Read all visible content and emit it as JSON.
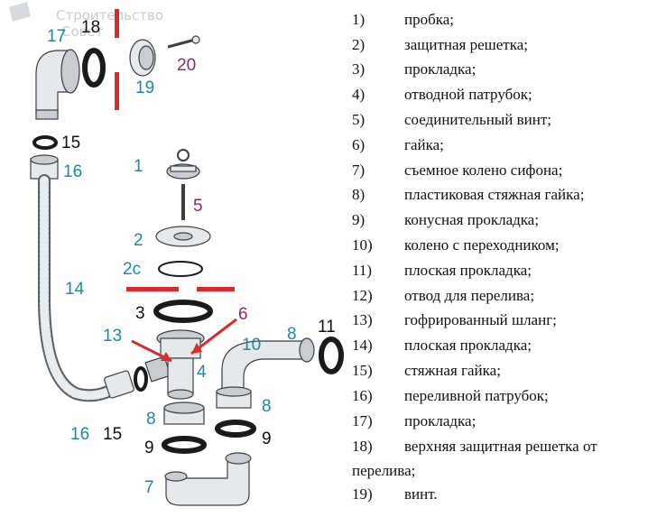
{
  "watermark": {
    "line1": "Строительство",
    "line2": "Совет"
  },
  "labels": {
    "n17": "17",
    "n18": "18",
    "n19": "19",
    "n20": "20",
    "n15a": "15",
    "n16a": "16",
    "n14": "14",
    "n1": "1",
    "n5": "5",
    "n2": "2",
    "n2c": "2с",
    "n3": "3",
    "n6": "6",
    "n13": "13",
    "n4": "4",
    "n10": "10",
    "n8a": "8",
    "n11": "11",
    "n8b": "8",
    "n8c": "8",
    "n9a": "9",
    "n9b": "9",
    "n7": "7",
    "n16b": "16",
    "n15b": "15"
  },
  "legend": [
    {
      "num": "1)",
      "text": "пробка;"
    },
    {
      "num": "2)",
      "text": "защитная решетка;"
    },
    {
      "num": "3)",
      "text": "прокладка;"
    },
    {
      "num": "4)",
      "text": "отводной патрубок;"
    },
    {
      "num": "5)",
      "text": "соединительный винт;"
    },
    {
      "num": "6)",
      "text": "гайка;"
    },
    {
      "num": "7)",
      "text": "съемное колено сифона;"
    },
    {
      "num": "8)",
      "text": "пластиковая стяжная гайка;"
    },
    {
      "num": "9)",
      "text": "конусная прокладка;"
    },
    {
      "num": "10)",
      "text": "колено с переходником;"
    },
    {
      "num": "11)",
      "text": "плоская прокладка;"
    },
    {
      "num": "12)",
      "text": "отвод для перелива;"
    },
    {
      "num": "13)",
      "text": "гофрированный шланг;"
    },
    {
      "num": "14)",
      "text": "плоская прокладка;"
    },
    {
      "num": "15)",
      "text": "стяжная гайка;"
    },
    {
      "num": "16)",
      "text": "переливной патрубок;"
    },
    {
      "num": "17)",
      "text": "прокладка;"
    },
    {
      "num": "18)",
      "text": "верхняя защитная решетка от перелива;"
    },
    {
      "num": "19)",
      "text": "винт."
    }
  ]
}
